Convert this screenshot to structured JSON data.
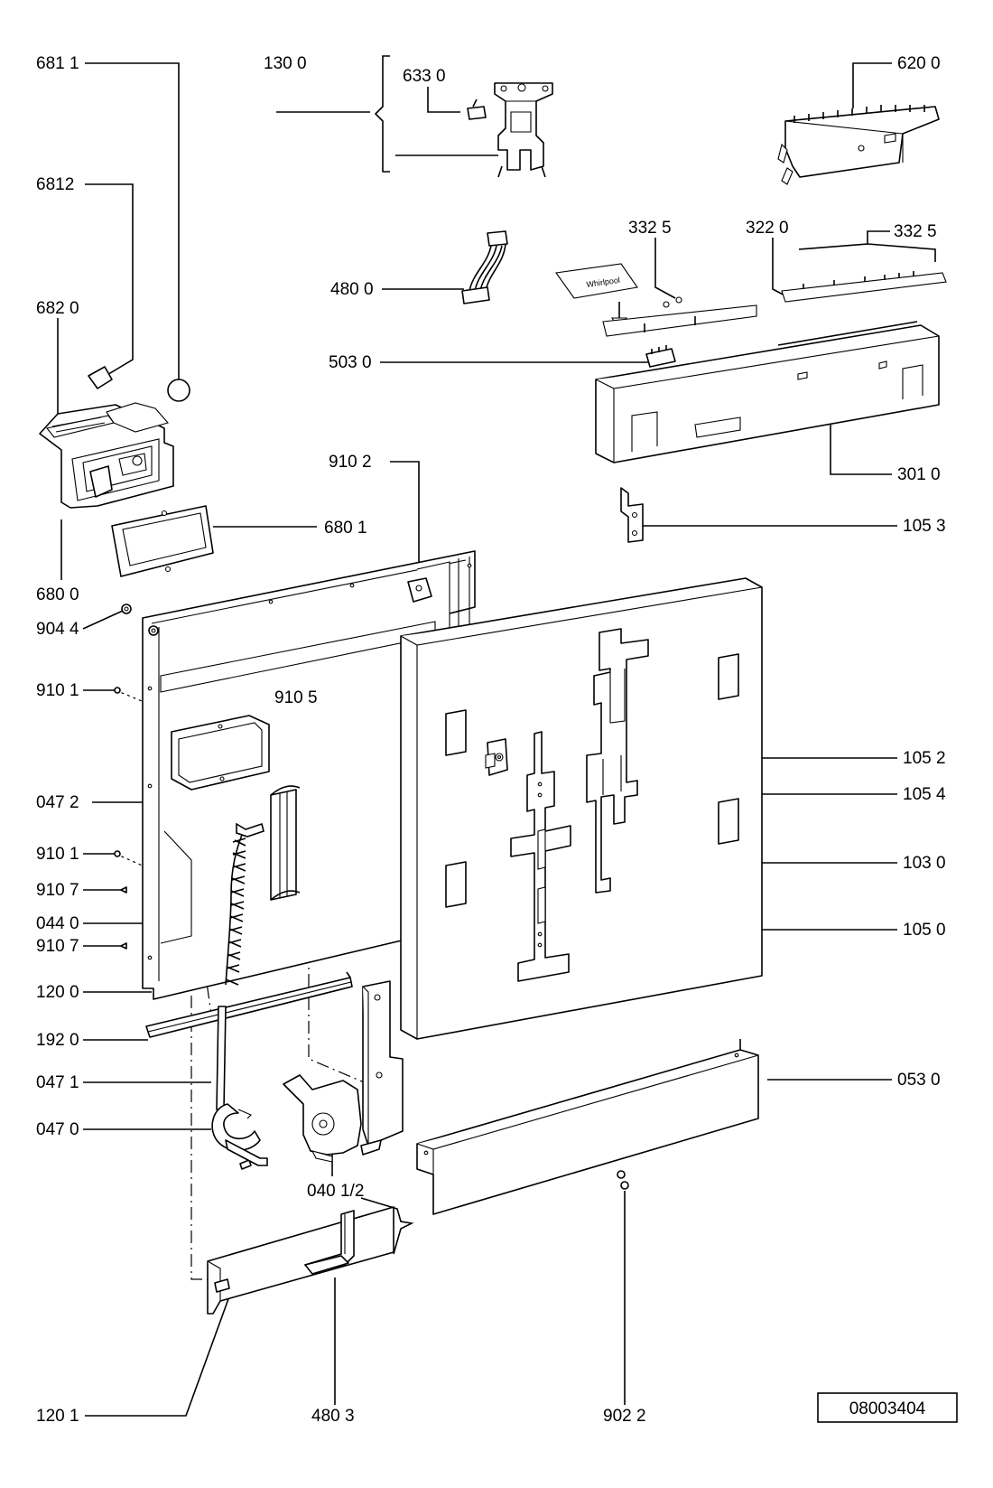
{
  "drawing_number": "08003404",
  "callouts": [
    {
      "key": "681_1",
      "label": "681 1"
    },
    {
      "key": "6812",
      "label": "6812"
    },
    {
      "key": "682_0",
      "label": "682 0"
    },
    {
      "key": "680_0",
      "label": "680 0"
    },
    {
      "key": "130_0",
      "label": "130 0"
    },
    {
      "key": "633_0",
      "label": "633 0"
    },
    {
      "key": "620_0",
      "label": "620 0"
    },
    {
      "key": "480_0",
      "label": "480 0"
    },
    {
      "key": "332_5a",
      "label": "332 5"
    },
    {
      "key": "322_0",
      "label": "322  0"
    },
    {
      "key": "332_5b",
      "label": "332  5"
    },
    {
      "key": "503_0",
      "label": "503  0"
    },
    {
      "key": "910_2",
      "label": "910 2"
    },
    {
      "key": "301_0",
      "label": "301 0"
    },
    {
      "key": "105_3",
      "label": "105 3"
    },
    {
      "key": "680_1",
      "label": "680 1"
    },
    {
      "key": "904_4",
      "label": "904 4"
    },
    {
      "key": "910_1a",
      "label": "910 1"
    },
    {
      "key": "910_5",
      "label": "910 5"
    },
    {
      "key": "105_2",
      "label": "105 2"
    },
    {
      "key": "105_4",
      "label": "105 4"
    },
    {
      "key": "047_2",
      "label": "047 2"
    },
    {
      "key": "103_0",
      "label": "103 0"
    },
    {
      "key": "910_1b",
      "label": "910 1"
    },
    {
      "key": "910_7a",
      "label": "910 7"
    },
    {
      "key": "044_0",
      "label": "044 0"
    },
    {
      "key": "105_0",
      "label": "105 0"
    },
    {
      "key": "910_7b",
      "label": "910 7"
    },
    {
      "key": "120_0",
      "label": "120 0"
    },
    {
      "key": "192_0",
      "label": "192 0"
    },
    {
      "key": "047_1",
      "label": "047 1"
    },
    {
      "key": "053_0",
      "label": "053 0"
    },
    {
      "key": "047_0",
      "label": "047 0"
    },
    {
      "key": "040_12",
      "label": "040 1/2"
    },
    {
      "key": "120_1",
      "label": "120 1"
    },
    {
      "key": "480_3",
      "label": "480 3"
    },
    {
      "key": "902_2",
      "label": "902 2"
    }
  ]
}
